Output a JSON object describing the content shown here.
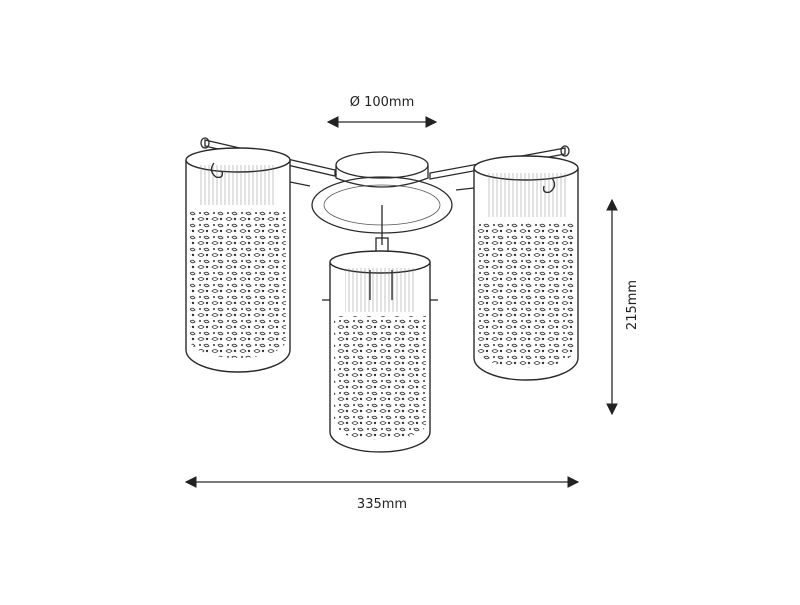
{
  "dimensions": {
    "diameter_label": "Ø 100mm",
    "height_label": "215mm",
    "width_label": "335mm"
  },
  "colors": {
    "ink": "#2a2a2a",
    "background": "#ffffff"
  }
}
